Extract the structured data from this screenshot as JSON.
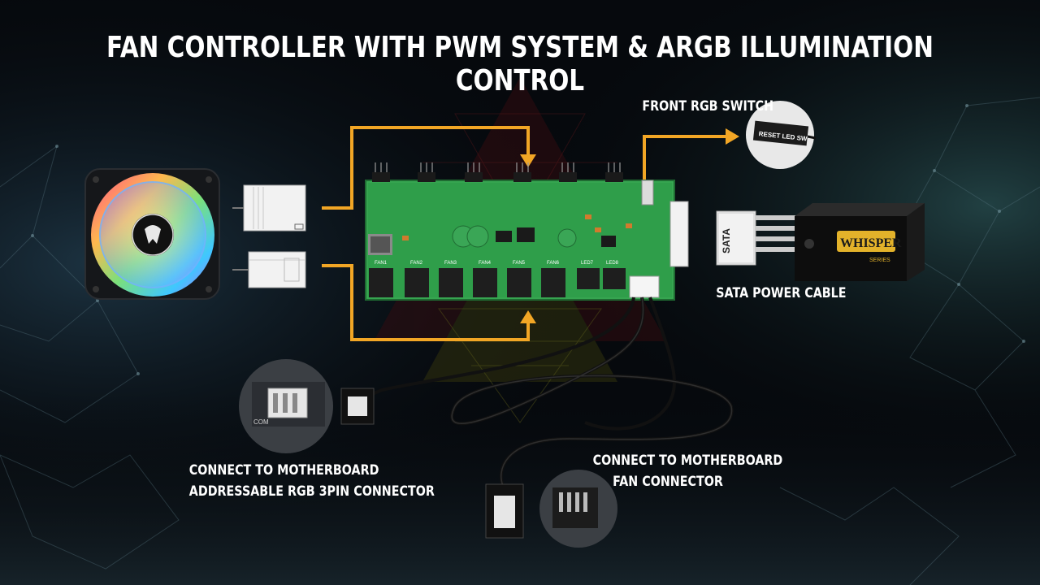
{
  "title": "FAN CONTROLLER WITH PWM SYSTEM & ARGB ILLUMINATION CONTROL",
  "labels": {
    "front_switch": "FRONT RGB SWITCH",
    "sata_cable": "SATA POWER CABLE",
    "argb_line1": "CONNECT TO MOTHERBOARD",
    "argb_line2": "ADDRESSABLE RGB 3PIN CONNECTOR",
    "fan_line1": "CONNECT TO MOTHERBOARD",
    "fan_line2": "FAN CONNECTOR"
  },
  "parts": {
    "switch_text": "RESET LED SW",
    "sata_text": "SATA",
    "psu_brand": "WHISPER",
    "psu_series": "SERIES",
    "header_text": "COM"
  },
  "pcb": {
    "fan_headers": [
      "FAN1",
      "FAN2",
      "FAN3",
      "FAN4",
      "FAN5",
      "FAN6"
    ],
    "led_headers": [
      "LED7",
      "LED8"
    ]
  },
  "colors": {
    "arrow": "#f2a625",
    "pcb": "#2f9e4a",
    "background": "#06090d",
    "label": "#ffffff"
  }
}
